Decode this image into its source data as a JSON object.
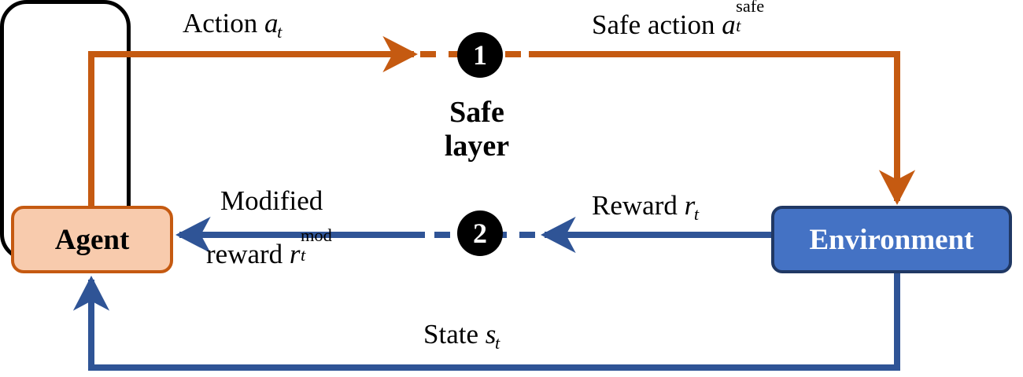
{
  "diagram": {
    "title": "Safe reinforcement learning loop with safe layer",
    "colors": {
      "orange_line": "#C55A11",
      "blue_line": "#2F5496",
      "agent_fill": "#F8CBAD",
      "agent_border": "#C55A11",
      "environment_fill": "#4472C4",
      "environment_border": "#203864",
      "safe_layer_border": "#000000",
      "badge_fill": "#000000",
      "badge_text": "#FFFFFF",
      "label_text": "#000000"
    },
    "nodes": {
      "agent": {
        "label": "Agent"
      },
      "environment": {
        "label": "Environment"
      },
      "safe_layer": {
        "line1": "Safe",
        "line2": "layer"
      }
    },
    "badges": [
      {
        "id": "badge-1",
        "label": "1"
      },
      {
        "id": "badge-2",
        "label": "2"
      }
    ],
    "edges": {
      "action": {
        "text": "Action",
        "symbol": "a",
        "subscript": "t",
        "superscript": "",
        "color": "#C55A11",
        "from": "agent",
        "to": "safe_layer"
      },
      "safe_action": {
        "text": "Safe action",
        "symbol": "a",
        "subscript": "t",
        "superscript": "safe",
        "color": "#C55A11",
        "from": "safe_layer",
        "to": "environment"
      },
      "reward": {
        "text": "Reward",
        "symbol": "r",
        "subscript": "t",
        "superscript": "",
        "color": "#2F5496",
        "from": "environment",
        "to": "safe_layer"
      },
      "modified_reward": {
        "text_line1": "Modified",
        "text_line2": "reward",
        "symbol": "r",
        "subscript": "t",
        "superscript": "mod",
        "color": "#2F5496",
        "from": "safe_layer",
        "to": "agent"
      },
      "state": {
        "text": "State",
        "symbol": "s",
        "subscript": "t",
        "superscript": "",
        "color": "#2F5496",
        "from": "environment",
        "to": "agent"
      }
    }
  }
}
